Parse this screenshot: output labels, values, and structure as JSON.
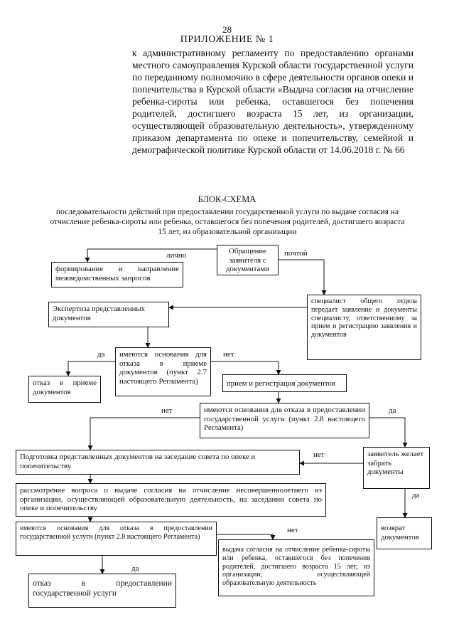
{
  "page_number": "28",
  "appendix": {
    "title": "ПРИЛОЖЕНИЕ № 1",
    "text": "к административному регламенту по предоставлению органами местного самоуправления Курской области государственной услуги по переданному полномочию в сфере деятельности органов опеки и попечительства в Курской области «Выдача согласия на отчисление ребенка-сироты или ребенка, оставшегося без попечения родителей, достигшего возраста 15 лет, из организации, осуществляющей образовательную деятельность», утвержденному приказом департамента по опеке и попечительству, семейной и демографической политике Курской области от 14.06.2018 г. № 66"
  },
  "scheme": {
    "title": "БЛОК-СХЕМА",
    "subtitle": "последовательности действий при предоставлении государственной услуги по выдаче согласия на отчисление ребенка-сироты или ребенка, оставшегося без попечения родителей, достигшего возраста 15 лет, из образовательной организации",
    "boxes": {
      "appeal": "Обращение заявителя с документами",
      "forming": "формирование и направление межведомственных запросов",
      "specialist": "специалист общего отдела передает заявление и документы специалисту, ответственному за прием и регистрацию заявления и документов",
      "expertise": "Экспертиза представленных документов",
      "grounds1": "имеются основания для отказа в приеме документов (пункт 2.7 настоящего Регламента)",
      "refuse_accept": "отказ в приеме документов",
      "registration": "прием и регистрация документов",
      "grounds2": "имеются основания для отказа в предоставлении государственной услуги (пункт 2.8 настоящего Регламента)",
      "preparation": "Подготовка представленных документов на заседание совета по опеке и попечительству",
      "wants_back": "заявитель желает забрать документы",
      "consideration": "рассмотрение вопроса о выдаче согласия на отчисление несовершеннолетнего из организации, осуществляющей образовательную деятельность, на заседании совета по опеке и попечительству",
      "return_docs": "возврат документов",
      "grounds3": "имеются основания для отказа в предоставлении государственной услуги (пункт 2.8 настоящего Регламента)",
      "issuance": "выдача согласия на отчисление ребенка-сироты или ребенка, оставшегося без попечения родителей, достигшего возраста 15 лет, из организации, осуществляющей образовательную деятельность",
      "refuse_service": "отказ в предоставлении государственной услуги"
    },
    "labels": {
      "in_person": "лично",
      "by_mail": "почтой",
      "yes": "да",
      "no": "нет"
    }
  }
}
